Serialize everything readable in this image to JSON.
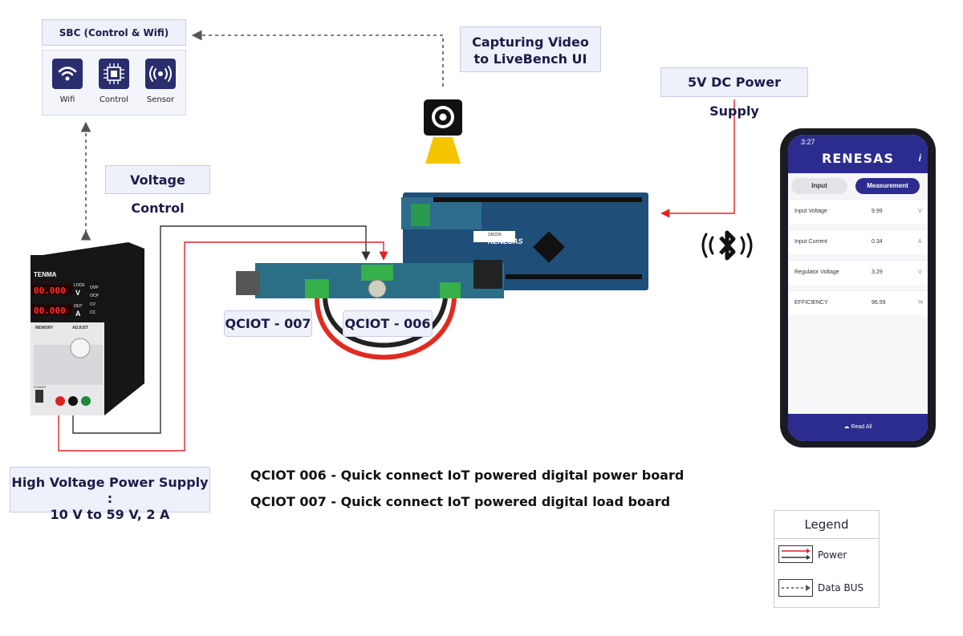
{
  "sbc": {
    "title": "SBC (Control & Wifi)",
    "items": [
      {
        "label": "Wifi",
        "icon": "wifi-icon"
      },
      {
        "label": "Control",
        "icon": "chip-icon"
      },
      {
        "label": "Sensor",
        "icon": "sensor-icon"
      }
    ]
  },
  "labels": {
    "capture": "Capturing Video to LiveBench UI",
    "capture_line1": "Capturing Video",
    "capture_line2": "to LiveBench UI",
    "dc_supply": "5V DC Power Supply",
    "voltage_control": "Voltage Control",
    "qciot_007": "QCIOT - 007",
    "qciot_006": "QCIOT - 006",
    "hv_line1": "High Voltage Power Supply :",
    "hv_line2": "10 V to 59 V,  2 A"
  },
  "captions": {
    "line1": "QCIOT 006 - Quick connect IoT powered digital power board",
    "line2": "QCIOT 007 - Quick connect IoT powered digital load board"
  },
  "psu": {
    "brand": "TENMA",
    "voltage_display": "00.000",
    "current_display": "00.000",
    "unit_v": "V",
    "unit_a": "A",
    "lock": "LOCK",
    "out": "OUT",
    "memory": "MEMORY",
    "adjust": "ADJUST",
    "power": "POWER",
    "ovp": "OVP",
    "ocp": "OCP",
    "cv": "CV",
    "cc": "CC"
  },
  "board": {
    "brand": "RENESAS",
    "sticker": "230226"
  },
  "phone": {
    "time": "3:27",
    "logo": "RENESAS",
    "info": "i",
    "tab_input": "Input",
    "tab_measurement": "Measurement",
    "rows": [
      {
        "name": "Input Voltage",
        "value": "9.99",
        "unit": "V"
      },
      {
        "name": "Input Current",
        "value": "0.34",
        "unit": "A"
      },
      {
        "name": "Regulator Voltage",
        "value": "3.29",
        "unit": "V"
      },
      {
        "name": "EFFICIENCY",
        "value": "96.59",
        "unit": "%"
      }
    ],
    "footer": "Read All"
  },
  "legend": {
    "title": "Legend",
    "power": "Power",
    "data_bus": "Data BUS"
  },
  "colors": {
    "power_line": "#e52222",
    "data_line": "#555555",
    "label_bg": "#eef0fa",
    "label_text": "#1c1c4a",
    "app_header": "#2c2c8e",
    "camera_light": "#f5c400"
  }
}
